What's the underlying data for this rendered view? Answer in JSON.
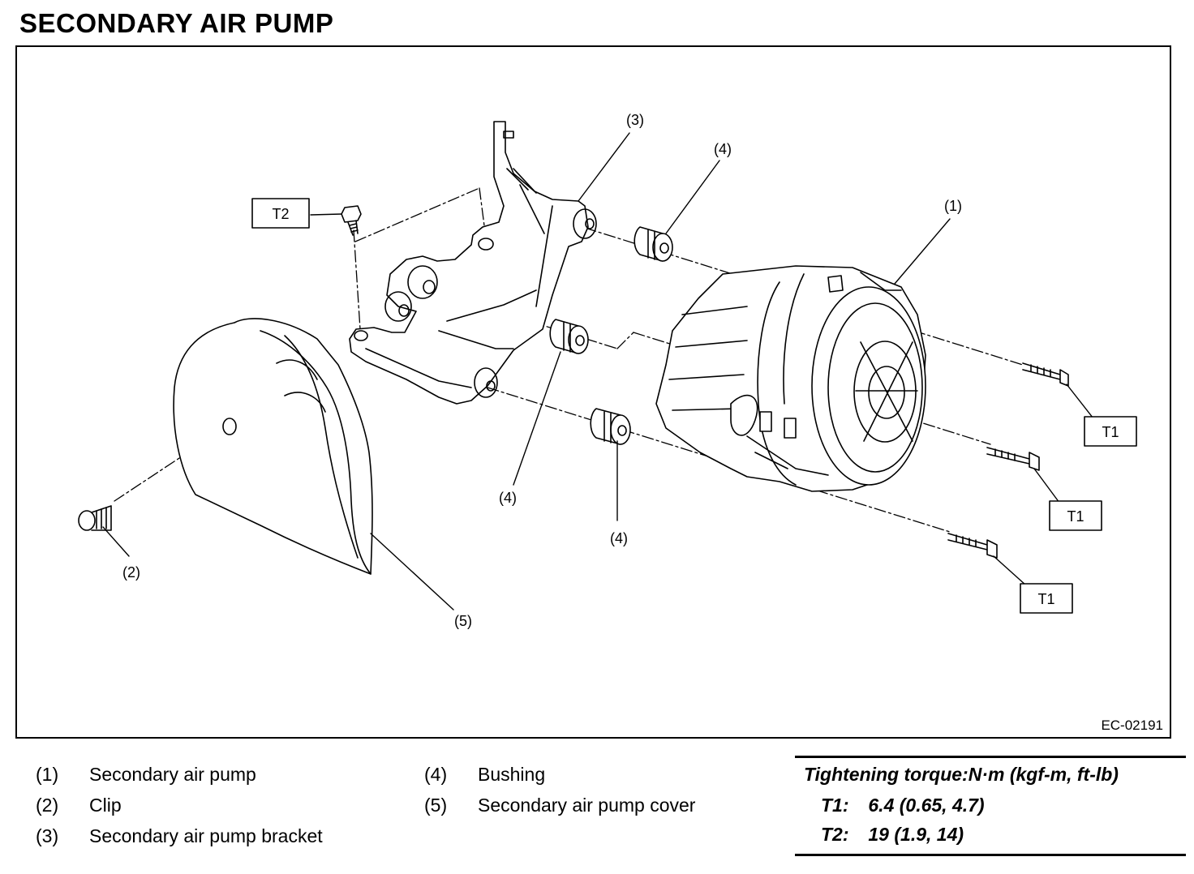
{
  "page": {
    "title": "SECONDARY AIR PUMP"
  },
  "figure": {
    "code": "EC-02191",
    "callouts": {
      "c1": "(1)",
      "c2": "(2)",
      "c3": "(3)",
      "c4a": "(4)",
      "c4b": "(4)",
      "c4c": "(4)",
      "c5": "(5)"
    },
    "torque_tags": {
      "t2": "T2",
      "t1a": "T1",
      "t1b": "T1",
      "t1c": "T1"
    }
  },
  "legend": [
    {
      "num": "(1)",
      "label": "Secondary air pump"
    },
    {
      "num": "(2)",
      "label": "Clip"
    },
    {
      "num": "(3)",
      "label": "Secondary air pump bracket"
    },
    {
      "num": "(4)",
      "label": "Bushing"
    },
    {
      "num": "(5)",
      "label": "Secondary air pump cover"
    }
  ],
  "torque": {
    "heading": "Tightening torque:N·m (kgf-m, ft-lb)",
    "rows": [
      {
        "key": "T1:",
        "value": "6.4 (0.65, 4.7)"
      },
      {
        "key": "T2:",
        "value": "19 (1.9, 14)"
      }
    ]
  }
}
